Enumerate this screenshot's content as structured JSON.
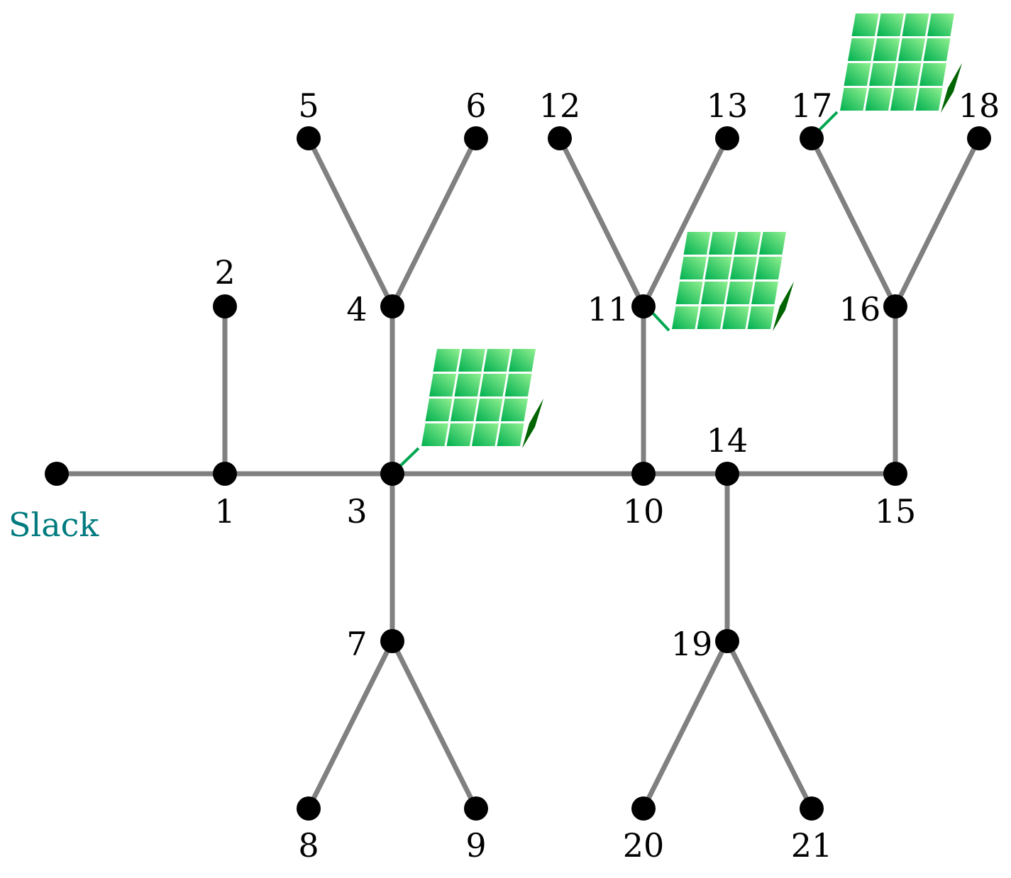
{
  "nodes": [
    {
      "id": "slack",
      "label": ""
    },
    {
      "id": "1",
      "label": "1"
    },
    {
      "id": "2",
      "label": "2"
    },
    {
      "id": "3",
      "label": "3"
    },
    {
      "id": "4",
      "label": "4"
    },
    {
      "id": "5",
      "label": "5"
    },
    {
      "id": "6",
      "label": "6"
    },
    {
      "id": "7",
      "label": "7"
    },
    {
      "id": "8",
      "label": "8"
    },
    {
      "id": "9",
      "label": "9"
    },
    {
      "id": "10",
      "label": "10"
    },
    {
      "id": "11",
      "label": "11"
    },
    {
      "id": "12",
      "label": "12"
    },
    {
      "id": "13",
      "label": "13"
    },
    {
      "id": "14",
      "label": "14"
    },
    {
      "id": "15",
      "label": "15"
    },
    {
      "id": "16",
      "label": "16"
    },
    {
      "id": "17",
      "label": "17"
    },
    {
      "id": "18",
      "label": "18"
    },
    {
      "id": "19",
      "label": "19"
    },
    {
      "id": "20",
      "label": "20"
    },
    {
      "id": "21",
      "label": "21"
    }
  ],
  "edges": [
    [
      "slack",
      "1"
    ],
    [
      "1",
      "2"
    ],
    [
      "1",
      "3"
    ],
    [
      "3",
      "4"
    ],
    [
      "4",
      "5"
    ],
    [
      "4",
      "6"
    ],
    [
      "3",
      "7"
    ],
    [
      "7",
      "8"
    ],
    [
      "7",
      "9"
    ],
    [
      "3",
      "10"
    ],
    [
      "10",
      "11"
    ],
    [
      "11",
      "12"
    ],
    [
      "11",
      "13"
    ],
    [
      "10",
      "14"
    ],
    [
      "14",
      "15"
    ],
    [
      "15",
      "16"
    ],
    [
      "16",
      "17"
    ],
    [
      "16",
      "18"
    ],
    [
      "14",
      "19"
    ],
    [
      "19",
      "20"
    ],
    [
      "19",
      "21"
    ]
  ],
  "slack_label": "Slack",
  "pv_buses": [
    "3",
    "11",
    "17"
  ],
  "colors": {
    "line": "#808080",
    "node": "#000000",
    "slack_text": "#007b7f",
    "pv_light": "#90f090",
    "pv_dark": "#00b050",
    "pv_edge": "#006400",
    "pv_link": "#00a651"
  }
}
